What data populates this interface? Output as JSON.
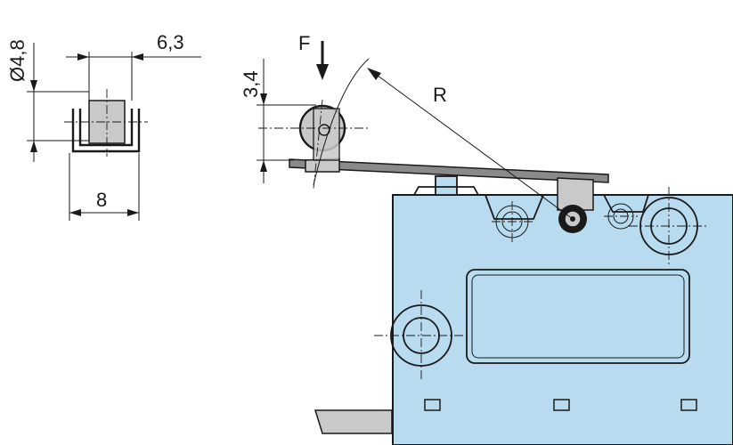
{
  "labels": {
    "diameter": "Ø4,8",
    "width_top": "6,3",
    "width_bottom": "8",
    "height": "3,4",
    "force": "F",
    "radius": "R"
  },
  "colors": {
    "body": "#b9dbef",
    "roller": "#c9c9c9",
    "ink": "#1a1a1a",
    "background": "#ffffff"
  }
}
